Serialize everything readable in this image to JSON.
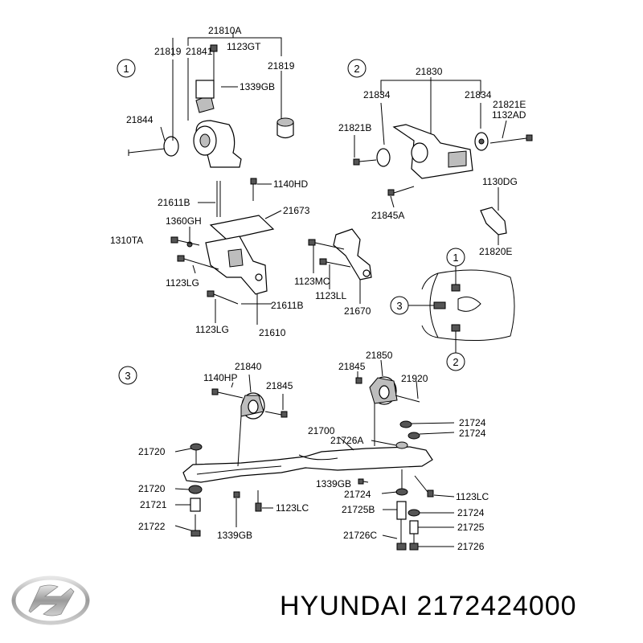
{
  "brand": {
    "text": "HYUNDAI 2172424000",
    "logo_icon": "hyundai-logo-icon"
  },
  "section_numbers": [
    "1",
    "2",
    "3"
  ],
  "labels": [
    "21810A",
    "21819",
    "21841",
    "1123GT",
    "21819",
    "1339GB",
    "21844",
    "21611B",
    "1140HD",
    "21673",
    "1360GH",
    "1310TA",
    "1123LG",
    "1123LG",
    "21611B",
    "21610",
    "21670",
    "1123MC",
    "1123LL",
    "21830",
    "21834",
    "21834",
    "21821E",
    "1132AD",
    "21821B",
    "21845A",
    "1130DG",
    "21820E",
    "21840",
    "1140HP",
    "21845",
    "21850",
    "21845",
    "21920",
    "21700",
    "21726A",
    "21724",
    "21724",
    "21720",
    "21720",
    "21721",
    "21722",
    "1339GB",
    "1123LC",
    "1339GB",
    "21724",
    "1123LC",
    "21725B",
    "21724",
    "21726C",
    "21725",
    "21726"
  ],
  "colors": {
    "ink": "#000000",
    "shade": "#bdbdbd",
    "background": "#ffffff"
  }
}
